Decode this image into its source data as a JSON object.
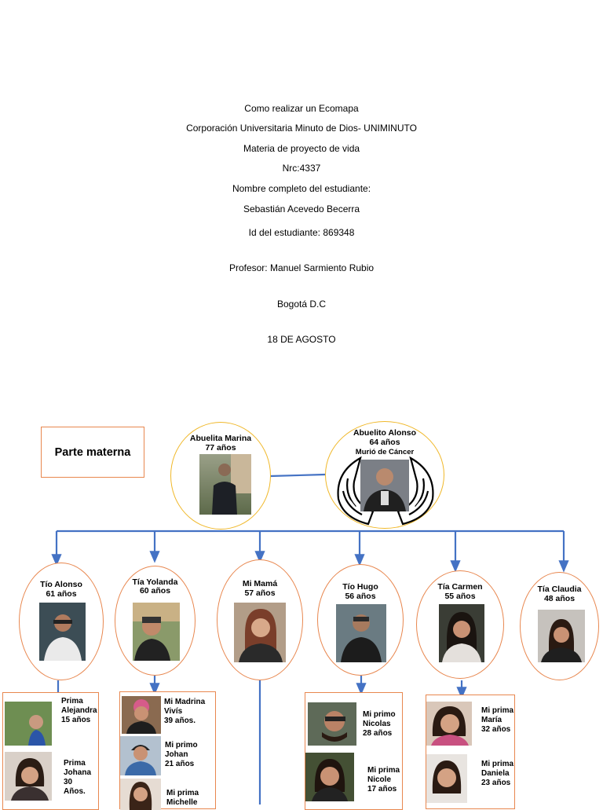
{
  "header": {
    "line1": "Como realizar un Ecomapa",
    "line2": "Corporación Universitaria Minuto de Dios- UNIMINUTO",
    "line3": "Materia de proyecto de vida",
    "line4": "Nrc:4337",
    "line5": "Nombre completo del estudiante:",
    "line6": "Sebastián Acevedo Becerra",
    "line7": "Id del estudiante: 869348",
    "line8": "Profesor: Manuel Sarmiento Rubio",
    "line9": "Bogotá D.C",
    "line10": "18 DE AGOSTO"
  },
  "diagram": {
    "side_title": "Parte materna",
    "grandparents": {
      "marina": {
        "name": "Abuelita Marina",
        "age": "77 años"
      },
      "alonso": {
        "name": "Abuelito Alonso",
        "age": "64 años",
        "note": "Murió de Cáncer"
      }
    },
    "children": {
      "alonso": {
        "name": "Tío Alonso",
        "age": "61 años"
      },
      "yolanda": {
        "name": "Tía Yolanda",
        "age": "60 años"
      },
      "mama": {
        "name": "Mi Mamá",
        "age": "57 años"
      },
      "hugo": {
        "name": "Tío Hugo",
        "age": "56 años"
      },
      "carmen": {
        "name": "Tía Carmen",
        "age": "55 años"
      },
      "claudia": {
        "name": "Tía Claudia",
        "age": "48 años"
      }
    },
    "grandchildren": {
      "alejandra": {
        "label": "Prima\nAlejandra\n15 años"
      },
      "johana": {
        "label": "Prima\nJohana\n30\nAños."
      },
      "vivis": {
        "label": "Mi Madrina\nVivís\n39 años."
      },
      "johan": {
        "label": "Mi primo\nJohan\n 21 años"
      },
      "michelle": {
        "label": "Mi prima\nMichelle"
      },
      "nicolas": {
        "label": "Mi primo\nNicolas\n28 años"
      },
      "nicole": {
        "label": "Mi prima\nNicole\n17 años"
      },
      "maria": {
        "label": "Mi prima\nMaría\n32 años"
      },
      "daniela": {
        "label": "Mi prima\nDaniela\n 23 años"
      }
    },
    "colors": {
      "connector": "#4472c4",
      "grandparent_border": "#f0b82a",
      "family_border": "#e8874f"
    }
  }
}
